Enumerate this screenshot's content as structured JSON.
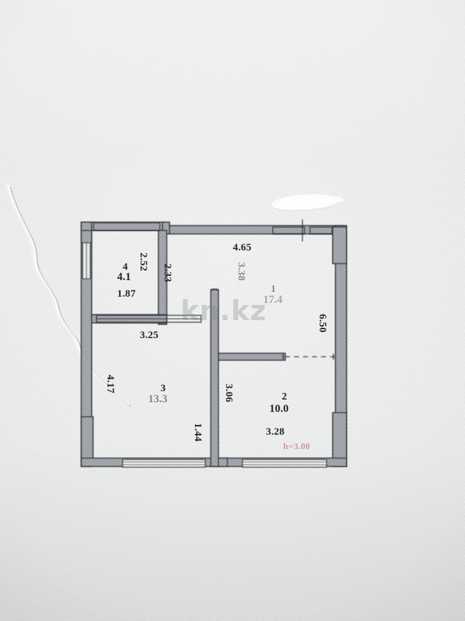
{
  "document": {
    "type": "apartment-floor-plan-photograph",
    "watermark": "kn.kz",
    "watermark_parts": {
      "left": "kn",
      "dot": ".",
      "right": "kz"
    }
  },
  "plan": {
    "rooms": [
      {
        "id": "room-1",
        "number": "1",
        "area": "17.4",
        "area_legible": false
      },
      {
        "id": "room-2",
        "number": "2",
        "area": "10.0",
        "area_legible": true
      },
      {
        "id": "room-3",
        "number": "3",
        "area": "13.3",
        "area_legible": true
      },
      {
        "id": "room-4",
        "number": "4",
        "area": "4.1",
        "area_legible": true
      }
    ],
    "dimensions": {
      "top_main": "4.65",
      "room4_width": "1.87",
      "room4_height_inner": "2.52",
      "room4_height_outer": "2.33",
      "room4_bottom": "3.25",
      "room1_height": "3.38",
      "right_total": "6.50",
      "left_total": "4.17",
      "corridor_width": "1.44",
      "room2_height": "3.06",
      "room2_width": "3.28"
    },
    "notes": {
      "ceiling_height": "h=3.00"
    }
  },
  "colors": {
    "ink": "#23262b",
    "red_note": "#b4485a",
    "paper": "#eceded",
    "wall_fill": "#9a9ea3"
  }
}
